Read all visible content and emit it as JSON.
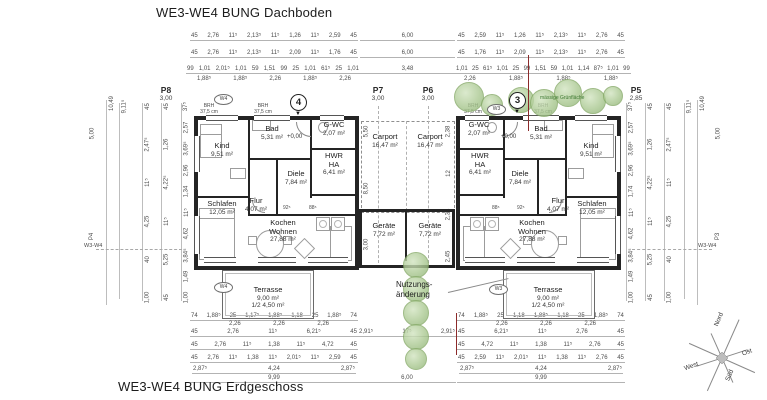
{
  "titles": {
    "top": "WE3-WE4 BUNG Dachboden",
    "bottom": "WE3-WE4 BUNG Erdgeschoss"
  },
  "points": {
    "p8": {
      "label": "P8",
      "value": "3,00"
    },
    "p7": {
      "label": "P7",
      "value": "3,00"
    },
    "p6": {
      "label": "P6",
      "value": "3,00"
    },
    "p5": {
      "label": "P5",
      "value": "2,85"
    },
    "p4": {
      "label": "P4",
      "value": "5,00"
    },
    "p3": {
      "label": "P3",
      "value": "5,00"
    }
  },
  "detail_markers": {
    "left": "4",
    "right": "3",
    "arrow": "▼"
  },
  "wall_markers": {
    "w4": "W4",
    "w3": "W3",
    "w3w4": "W3-W4"
  },
  "annotations": {
    "nutzung_line1": "Nutzungs-",
    "nutzung_line2": "änderung",
    "gruenflaeche": "mässige Grünfläche",
    "brh_line1": "BRH",
    "brh_line2": "37,5 cm",
    "level": "+0,00",
    "door_a": "92⁵",
    "door_b": "88⁵"
  },
  "compass": {
    "n": "Nord",
    "e": "Ost",
    "s": "Süd",
    "w": "West"
  },
  "rooms": {
    "kind": {
      "name": "Kind",
      "area": "9,51 m²"
    },
    "bad": {
      "name": "Bad",
      "area": "5,31 m²"
    },
    "gwc": {
      "name": "G-WC",
      "area": "2,07 m²"
    },
    "hwr": {
      "name": "HWR",
      "sub": "HA",
      "area": "6,41 m²"
    },
    "diele": {
      "name": "Diele",
      "area": "7,84 m²"
    },
    "flur": {
      "name": "Flur",
      "area": "4,07 m²"
    },
    "schlafen": {
      "name": "Schlafen",
      "area": "12,05 m²"
    },
    "wohnen": {
      "name1": "Kochen",
      "name2": "Wohnen",
      "area": "27,88 m²"
    },
    "carport": {
      "name": "Carport",
      "area": "16,47 m²"
    },
    "geraete": {
      "name": "Geräte",
      "area": "7,72 m²"
    },
    "terrasse": {
      "name": "Terrasse",
      "area": "9,00 m²",
      "area2": "1/2 4,50 m²"
    }
  },
  "dims": {
    "top1_l": [
      "45",
      "2,76",
      "11⁵",
      "2,13⁵",
      "11⁵",
      "1,26",
      "11⁵",
      "2,59",
      "45"
    ],
    "top1_c": "6,00",
    "top1_r": [
      "45",
      "2,59",
      "11⁵",
      "1,26",
      "11⁵",
      "2,13⁵",
      "11⁵",
      "2,76",
      "45"
    ],
    "top2_l": [
      "45",
      "2,76",
      "11⁵",
      "2,13⁵",
      "11⁵",
      "2,09",
      "11⁵",
      "1,76",
      "45"
    ],
    "top2_c": "6,00",
    "top2_r": [
      "45",
      "1,76",
      "11⁵",
      "2,09",
      "11⁵",
      "2,13⁵",
      "11⁵",
      "2,76",
      "45"
    ],
    "top3_l": [
      "99",
      "1,01",
      "2,01⁵",
      "1,01",
      "59",
      "1,51",
      "99",
      "25",
      "1,01",
      "61⁵",
      "25",
      "1,01"
    ],
    "top3_c": "3,48",
    "top3_r": [
      "1,01",
      "25",
      "61⁵",
      "1,01",
      "25",
      "99",
      "1,51",
      "59",
      "1,01",
      "1,14",
      "87⁵",
      "1,01",
      "99"
    ],
    "top4_l": [
      "1,88⁵",
      "1,88⁵",
      "2,26",
      "1,88⁵",
      "2,26"
    ],
    "top4_r": [
      "2,26",
      "1,88⁵",
      "1,88⁵",
      "1,88⁵"
    ],
    "bot_a_l": [
      "74",
      "1,88⁵",
      "25",
      "1,17⁵",
      "1,88⁵",
      "1,18",
      "25",
      "1,88⁵",
      "74"
    ],
    "bot_a_r": [
      "74",
      "1,88⁵",
      "25",
      "1,18",
      "1,88⁵",
      "1,18",
      "25",
      "1,88⁵",
      "74"
    ],
    "bot_a2": [
      "2,26",
      "2,26",
      "2,26"
    ],
    "bot_b_l": [
      "45",
      "2,76",
      "11⁵",
      "6,21⁵",
      "45"
    ],
    "bot_b_c": [
      "2,91⁵",
      "17⁵",
      "2,91⁵"
    ],
    "bot_b_r": [
      "45",
      "6,21⁵",
      "11⁵",
      "2,76",
      "45"
    ],
    "bot_c_l": [
      "45",
      "2,76",
      "11⁵",
      "1,38",
      "11⁵",
      "4,72",
      "45"
    ],
    "bot_c_r": [
      "45",
      "4,72",
      "11⁵",
      "1,38",
      "11⁵",
      "2,76",
      "45"
    ],
    "bot_d_l": [
      "45",
      "2,76",
      "11⁵",
      "1,38",
      "11⁵",
      "2,01⁵",
      "11⁵",
      "2,59",
      "45"
    ],
    "bot_d_r": [
      "45",
      "2,59",
      "11⁵",
      "2,01⁵",
      "11⁵",
      "1,38",
      "11⁵",
      "2,76",
      "45"
    ],
    "bot_e": [
      "2,87⁵",
      "4,24",
      "2,87⁵"
    ],
    "bot_f_l": "9,99",
    "bot_f_c": "6,00",
    "bot_f_r": "9,99",
    "left_a": [
      "45",
      "2,47⁵",
      "11⁵",
      "4,25",
      "40",
      "1,00"
    ],
    "left_b": [
      "45",
      "1,26",
      "4,22⁵",
      "11⁵",
      "5,25",
      "45"
    ],
    "left_c": [
      "37⁵",
      "2,57",
      "3,69⁵",
      "2,96",
      "1,34",
      "11⁵",
      "4,62",
      "3,84⁵",
      "1,49",
      "1,00"
    ],
    "left_span": [
      "9,11⁵"
    ],
    "left_total": [
      "10,49"
    ],
    "left_axis": [
      "5,00",
      "P4"
    ],
    "right_a": [
      "45",
      "2,47⁵",
      "11⁵",
      "4,25",
      "40",
      "1,00"
    ],
    "right_b": [
      "45",
      "1,26",
      "4,22⁵",
      "11⁵",
      "5,25",
      "45"
    ],
    "right_c": [
      "37⁵",
      "2,57",
      "3,69⁵",
      "2,96",
      "1,74",
      "11⁵",
      "4,62",
      "3,84⁵",
      "1,49",
      "1,00"
    ],
    "right_span": [
      "9,11⁵"
    ],
    "right_total": [
      "10,49"
    ],
    "right_axis": [
      "5,00",
      "P3"
    ],
    "center_v1": [
      "5,50",
      "8,50",
      "3,00"
    ],
    "center_v2": [
      "2,38",
      "12",
      "2,38",
      "2,45"
    ]
  }
}
